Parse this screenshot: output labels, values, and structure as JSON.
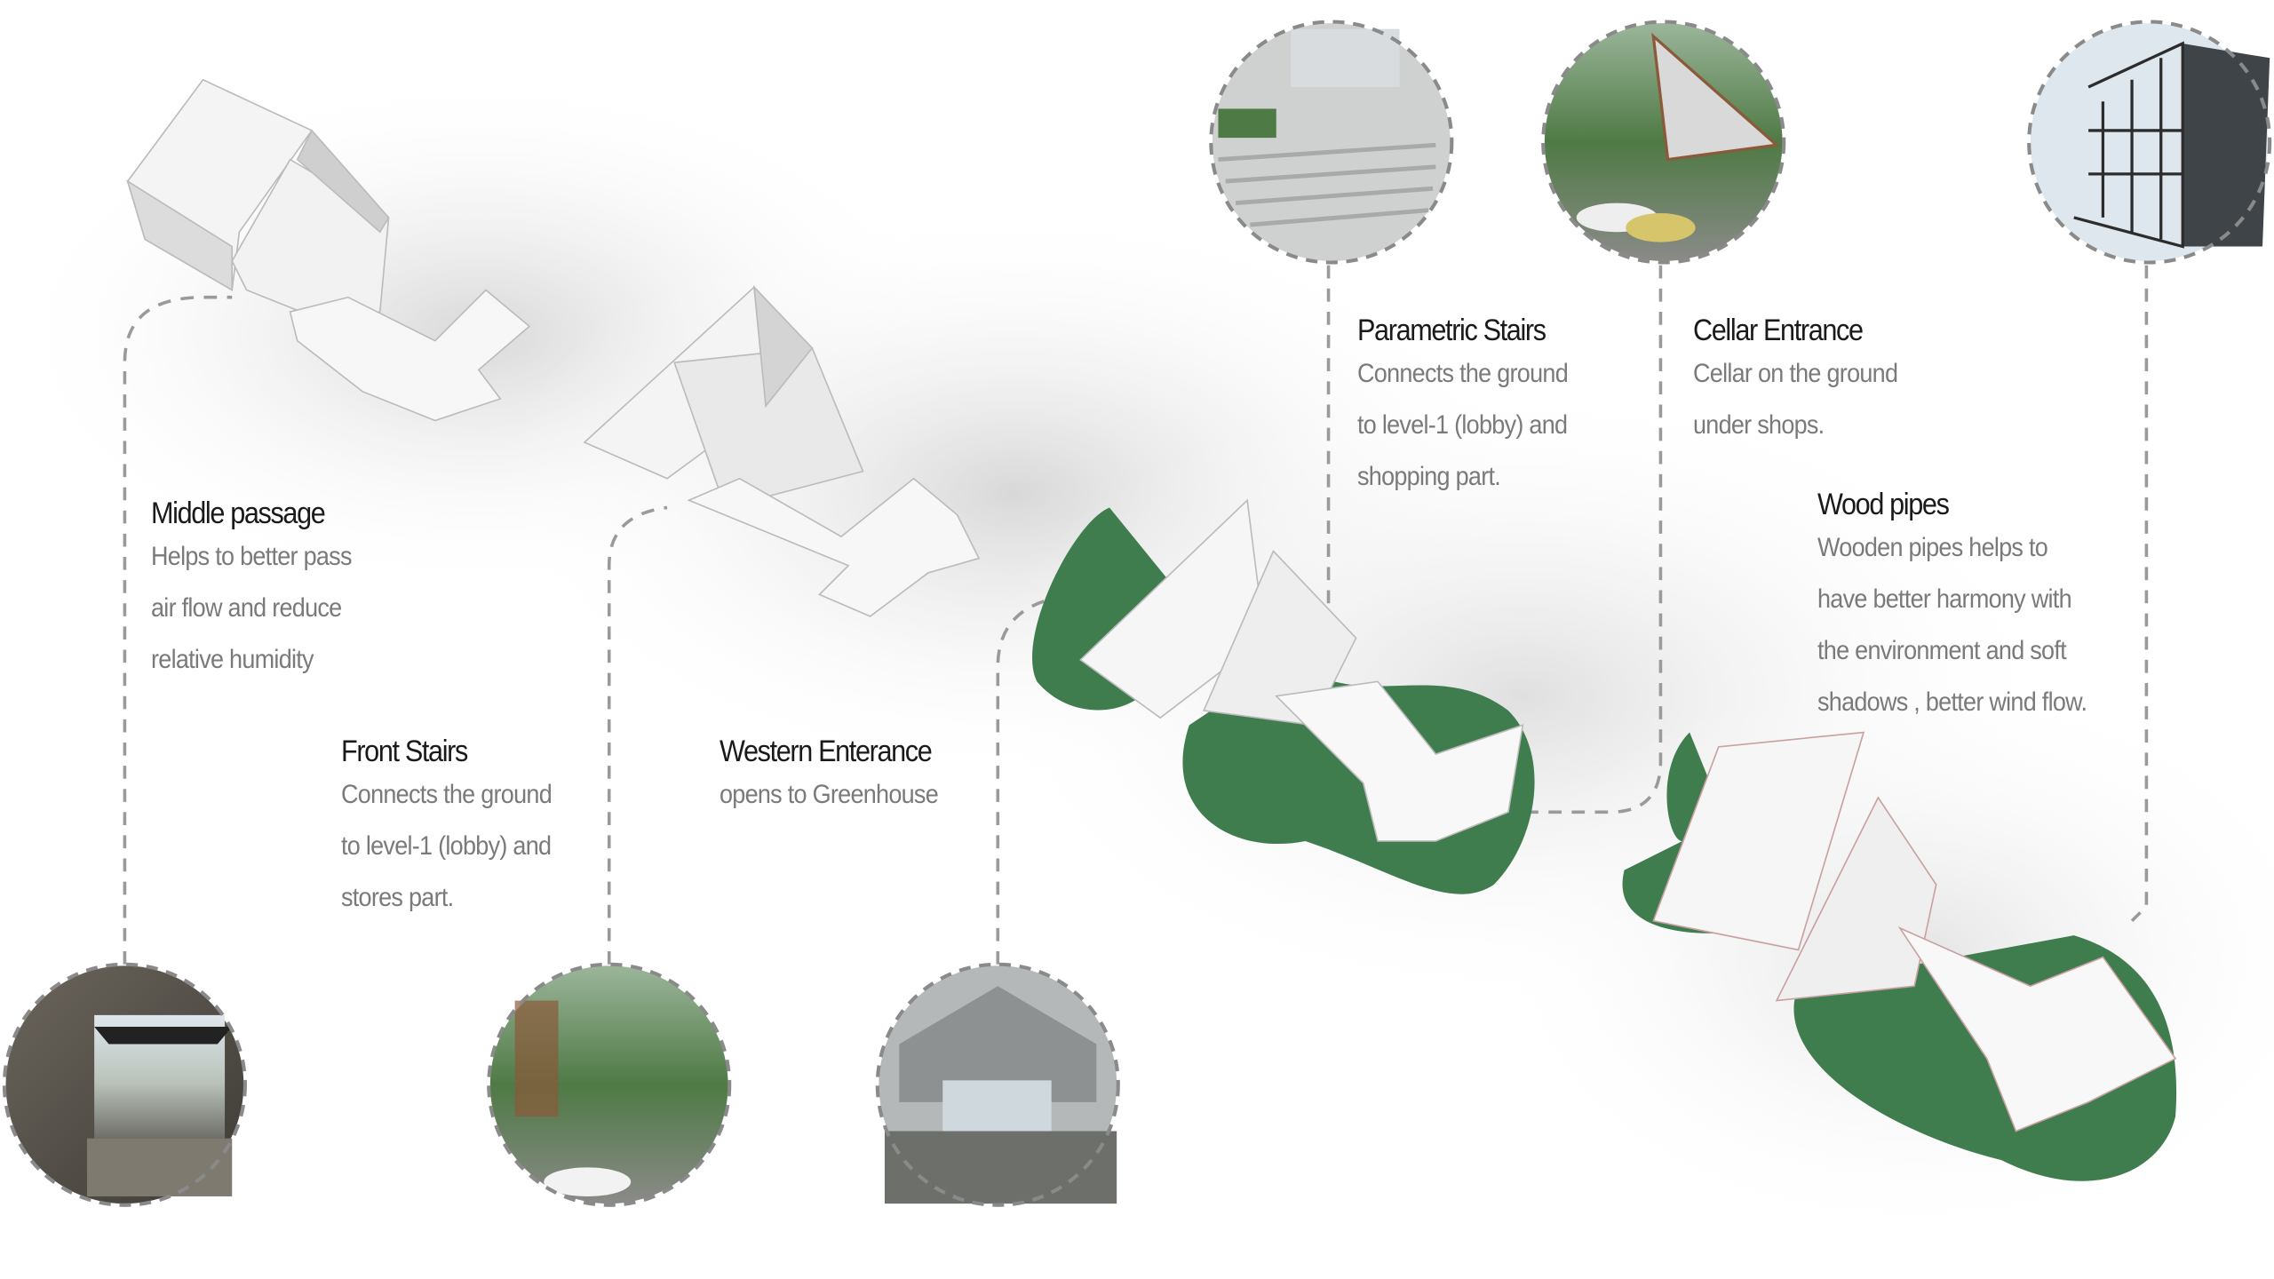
{
  "annotations": [
    {
      "id": "middle-passage",
      "title": "Middle passage",
      "lines": [
        "Helps to better pass",
        "air flow and reduce",
        "relative humidity"
      ]
    },
    {
      "id": "front-stairs",
      "title": "Front Stairs",
      "lines": [
        "Connects the ground",
        "to level-1 (lobby) and",
        "stores part."
      ]
    },
    {
      "id": "western-enterance",
      "title": "Western Enterance",
      "lines": [
        "opens to Greenhouse"
      ]
    },
    {
      "id": "parametric-stairs",
      "title": "Parametric Stairs",
      "lines": [
        "Connects the ground",
        "to level-1 (lobby) and",
        "shopping part."
      ]
    },
    {
      "id": "cellar-entrance",
      "title": "Cellar Entrance",
      "lines": [
        "Cellar on the ground",
        "under shops."
      ]
    },
    {
      "id": "wood-pipes",
      "title": "Wood pipes",
      "lines": [
        "Wooden pipes helps to",
        "have better harmony with",
        "the environment and soft",
        "shadows , better wind flow."
      ]
    }
  ],
  "colors": {
    "ground_green": "#3f7d4f",
    "dash": "#9a9a9a",
    "title": "#1a1a1a",
    "body": "#7a7a7a"
  }
}
